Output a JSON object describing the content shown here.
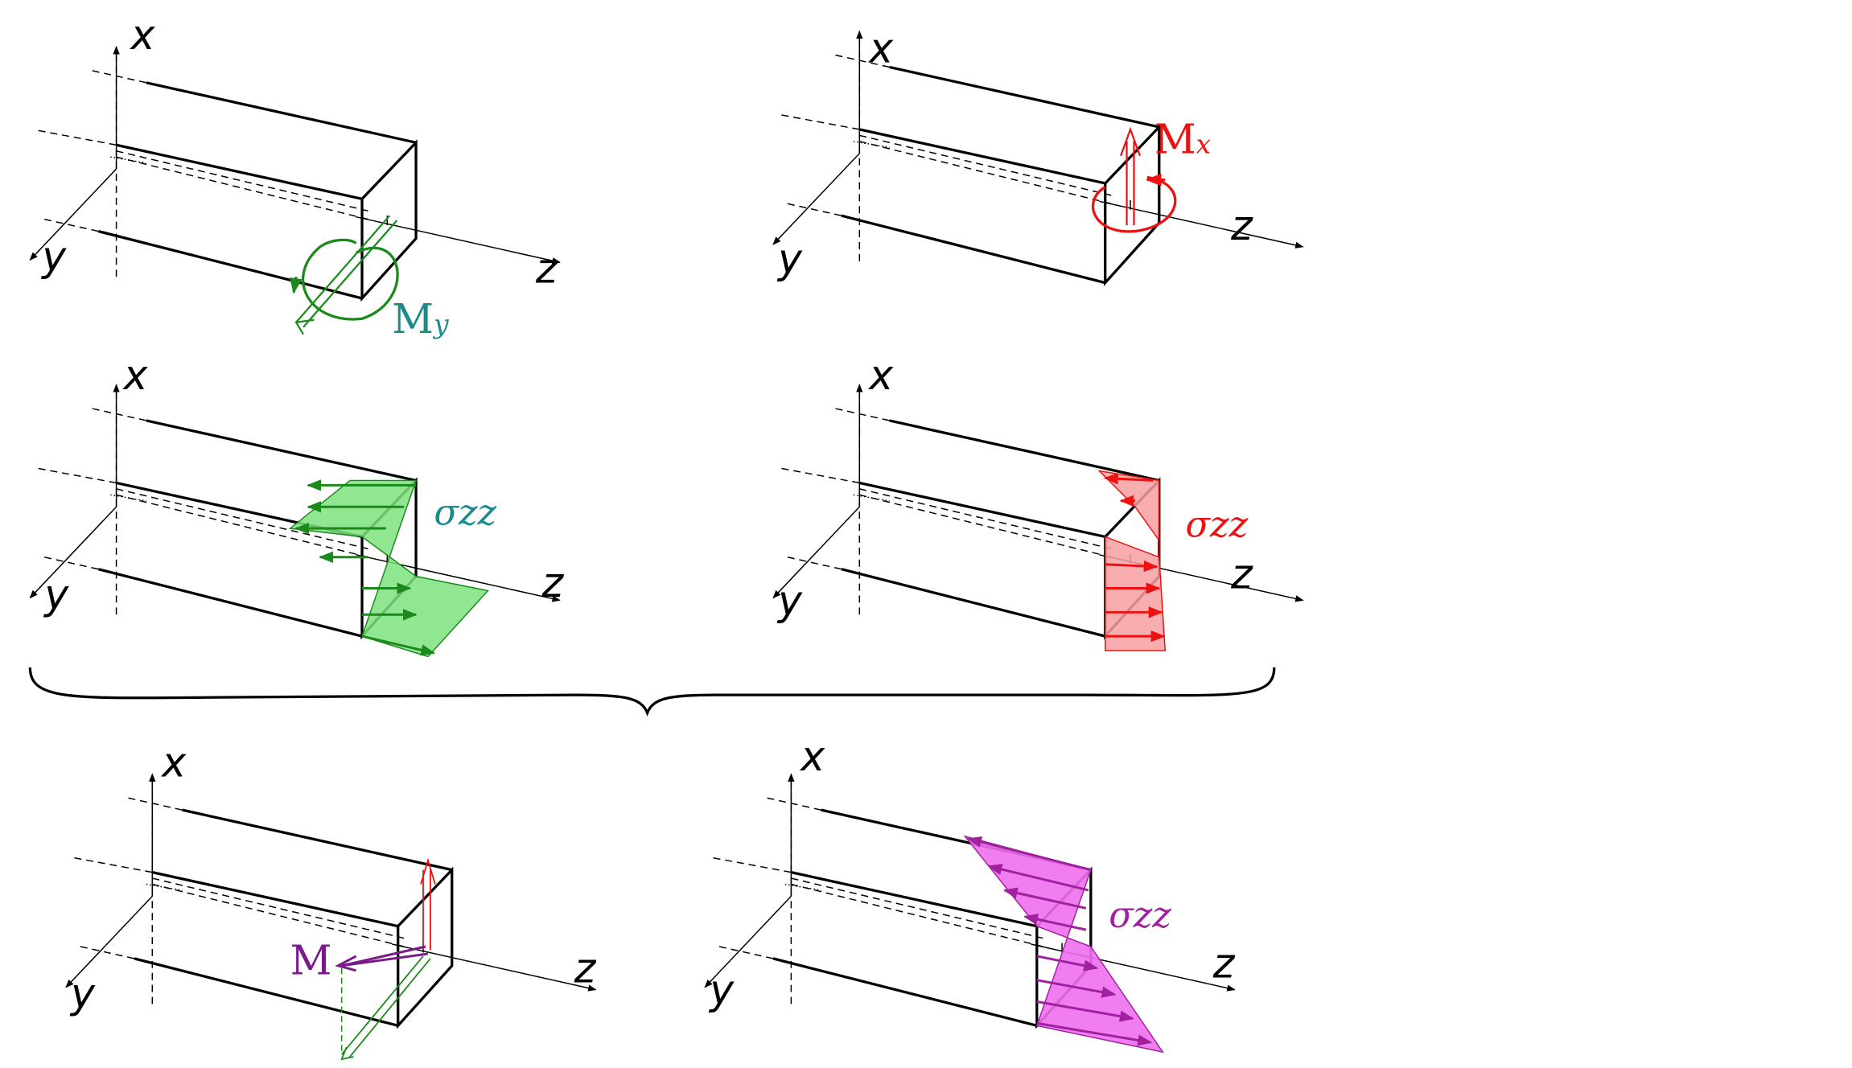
{
  "colors": {
    "green": "#1a8a1a",
    "green_fill": "#7ee27e",
    "red": "#ee1111",
    "red_fill": "#f7a0a0",
    "magenta": "#a020a0",
    "magenta_fill": "#f070f0",
    "purple": "#7a1a8a",
    "teal": "#1a8a8a"
  },
  "panels": [
    {
      "id": "my-moment",
      "axes": {
        "x": "x",
        "y": "y",
        "z": "z"
      },
      "moment_label": "M",
      "moment_sub": "y"
    },
    {
      "id": "mx-moment",
      "axes": {
        "x": "x",
        "y": "y",
        "z": "z"
      },
      "moment_label": "M",
      "moment_sub": "x"
    },
    {
      "id": "my-stress",
      "axes": {
        "x": "x",
        "y": "y",
        "z": "z"
      },
      "stress_label": "σzz"
    },
    {
      "id": "mx-stress",
      "axes": {
        "x": "x",
        "y": "y",
        "z": "z"
      },
      "stress_label": "σzz"
    },
    {
      "id": "combined-moment",
      "axes": {
        "x": "x",
        "y": "y",
        "z": "z"
      },
      "moment_label": "M"
    },
    {
      "id": "combined-stress",
      "axes": {
        "x": "x",
        "y": "y",
        "z": "z"
      },
      "stress_label": "σzz"
    }
  ]
}
